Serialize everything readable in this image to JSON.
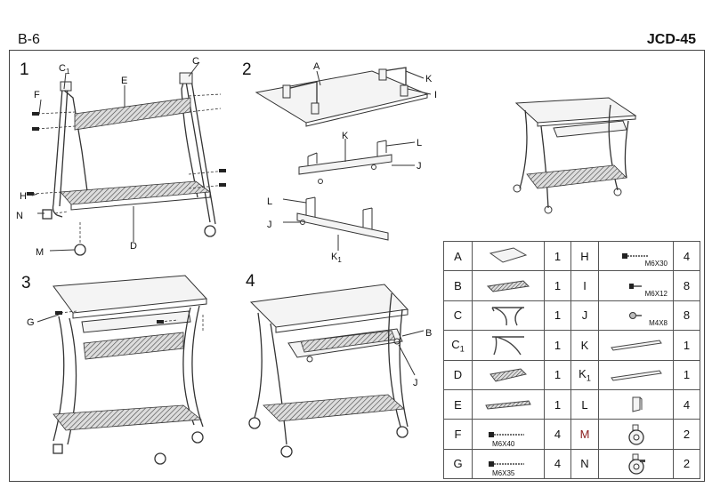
{
  "header": {
    "model_left": "B-6",
    "model_right": "JCD-45"
  },
  "steps": [
    {
      "num": "1",
      "labels": {
        "c1": "C1",
        "c": "C",
        "e": "E",
        "f": "F",
        "h": "H",
        "n": "N",
        "m": "M",
        "d": "D"
      }
    },
    {
      "num": "2",
      "labels": {
        "a": "A",
        "k_top": "K",
        "i": "I",
        "k": "K",
        "l": "L",
        "j": "J",
        "l2": "L",
        "j2": "J",
        "k1": "K1"
      }
    },
    {
      "num": "3",
      "labels": {
        "g": "G"
      }
    },
    {
      "num": "4",
      "labels": {
        "b": "B",
        "j": "J"
      }
    }
  ],
  "parts": [
    {
      "left": {
        "letter": "A",
        "qty": "1",
        "icon": "board-icon"
      },
      "right": {
        "letter": "H",
        "qty": "4",
        "code": "M6X30",
        "icon": "bolt-icon"
      }
    },
    {
      "left": {
        "letter": "B",
        "qty": "1",
        "icon": "mesh-tray-icon"
      },
      "right": {
        "letter": "I",
        "qty": "8",
        "code": "M6X12",
        "icon": "short-bolt-icon"
      }
    },
    {
      "left": {
        "letter": "C",
        "qty": "1",
        "icon": "side-frame-icon"
      },
      "right": {
        "letter": "J",
        "qty": "8",
        "code": "M4X8",
        "icon": "screw-icon"
      }
    },
    {
      "left": {
        "letter": "C1",
        "qty": "1",
        "icon": "side-frame-mirror-icon"
      },
      "right": {
        "letter": "K",
        "qty": "1",
        "icon": "rail-icon"
      }
    },
    {
      "left": {
        "letter": "D",
        "qty": "1",
        "icon": "mesh-shelf-icon"
      },
      "right": {
        "letter": "K1",
        "qty": "1",
        "icon": "rail-icon"
      }
    },
    {
      "left": {
        "letter": "E",
        "qty": "1",
        "icon": "mesh-panel-icon"
      },
      "right": {
        "letter": "L",
        "qty": "4",
        "icon": "bracket-icon"
      }
    },
    {
      "left": {
        "letter": "F",
        "qty": "4",
        "code": "M6X40",
        "icon": "long-bolt-icon"
      },
      "right": {
        "letter": "M",
        "qty": "2",
        "icon": "castor-icon"
      }
    },
    {
      "left": {
        "letter": "G",
        "qty": "4",
        "code": "M6X35",
        "icon": "long-bolt-icon"
      },
      "right": {
        "letter": "N",
        "qty": "2",
        "icon": "castor-brake-icon"
      }
    }
  ]
}
